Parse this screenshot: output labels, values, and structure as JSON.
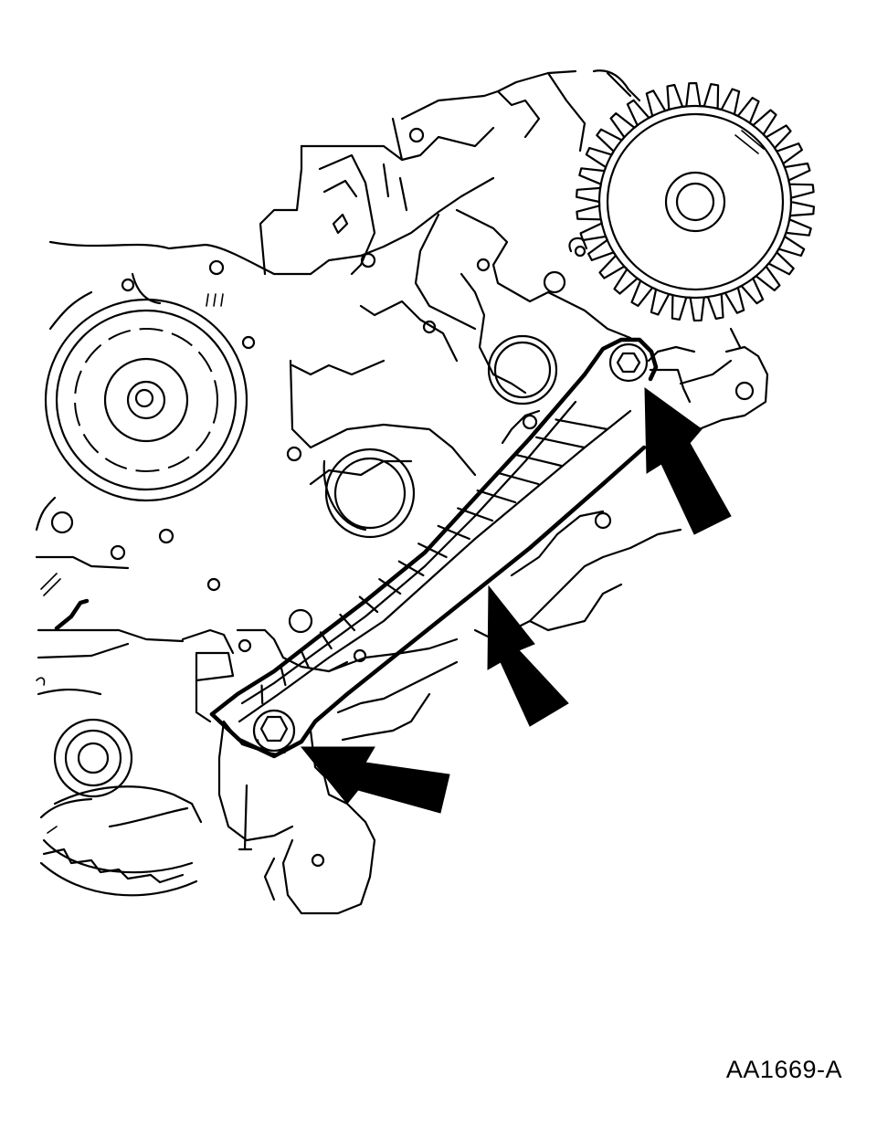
{
  "figure": {
    "id_label": "AA1669-A"
  },
  "colors": {
    "ink": "#000000",
    "paper": "#ffffff"
  },
  "callouts": {
    "arrow_count": 3,
    "targets": [
      "upper-guide-bolt",
      "timing-chain-guide",
      "lower-guide-bolt"
    ]
  }
}
